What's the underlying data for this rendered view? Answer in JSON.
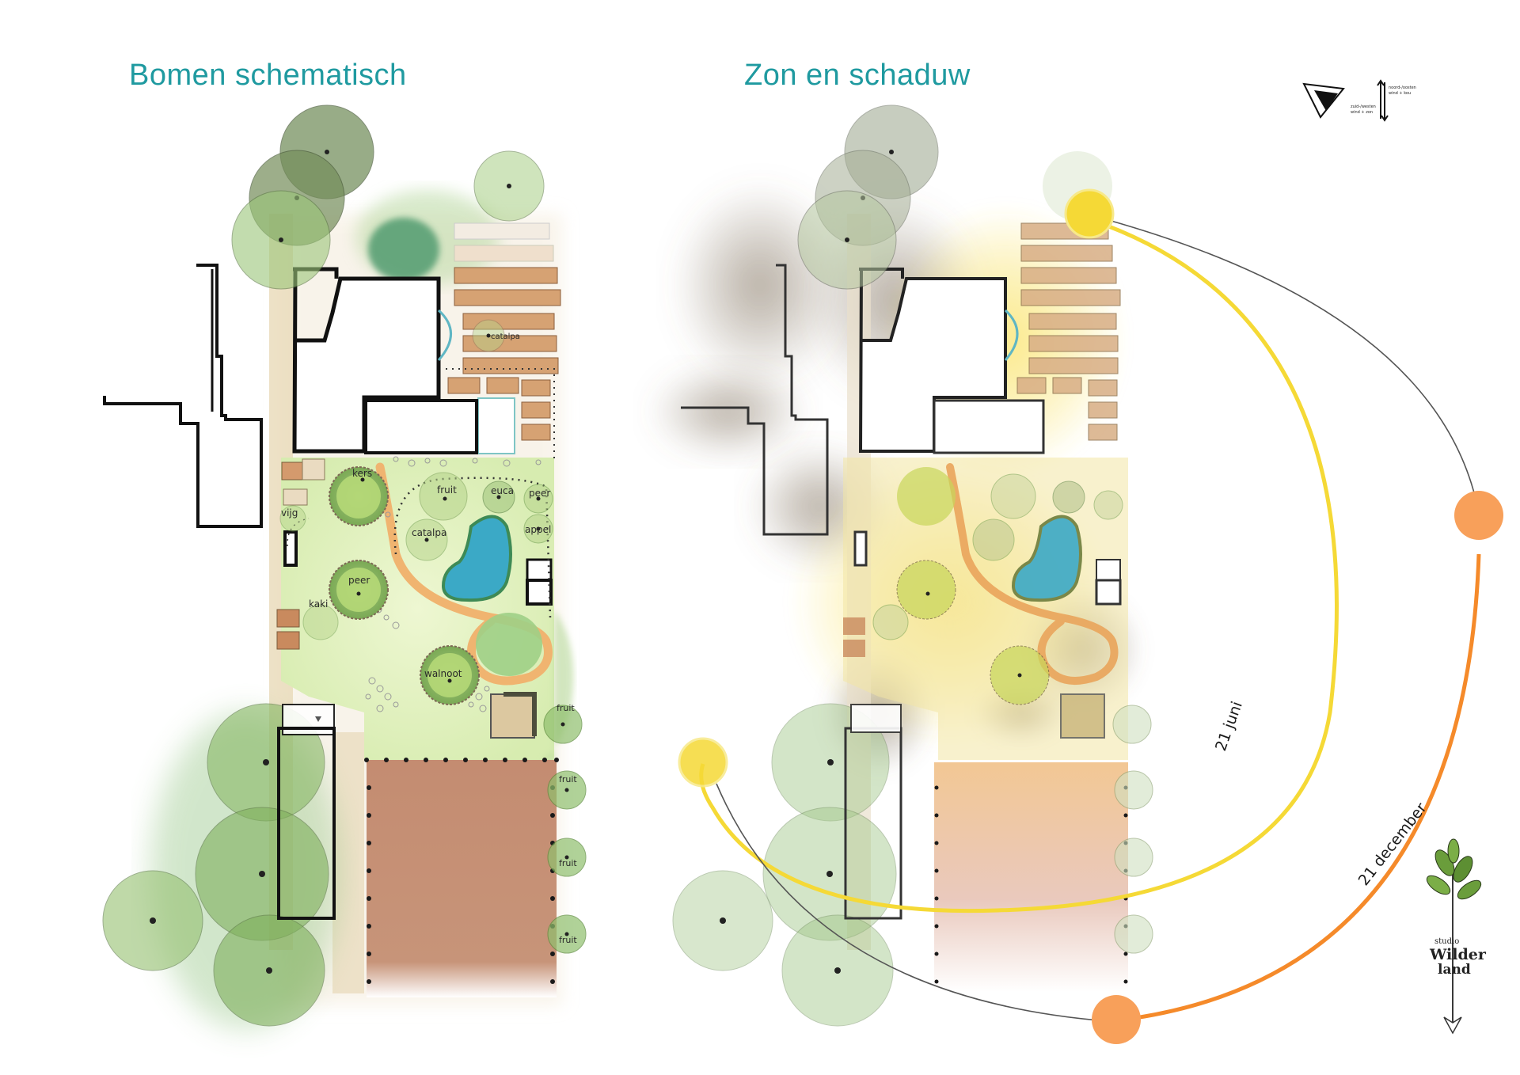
{
  "titles": {
    "left": "Bomen schematisch",
    "right": "Zon en schaduw"
  },
  "plant_labels": {
    "kers": "kers",
    "fruit": "fruit",
    "euca": "euca",
    "peer": "peer",
    "appel": "appel",
    "catalpa": "catalpa",
    "vijg": "vijg",
    "kaki": "kaki",
    "walnoot": "walnoot"
  },
  "sun_paths": {
    "summer": "21 juni",
    "winter": "21 december"
  },
  "compass": {
    "line1": "noord-/oosten",
    "line2": "wind + kou",
    "line3": "zuid-/westen",
    "line4": "wind + zon"
  },
  "logo": {
    "line1": "studio",
    "line2": "Wilder",
    "line3": "land"
  },
  "colors": {
    "title": "#1f9aa0",
    "summer_path": "#f5d936",
    "winter_path": "#f58a2a",
    "pond": "#3aa7c9",
    "lawn": "#e3f2c2",
    "vegetable_plot": "#c58a6d"
  }
}
